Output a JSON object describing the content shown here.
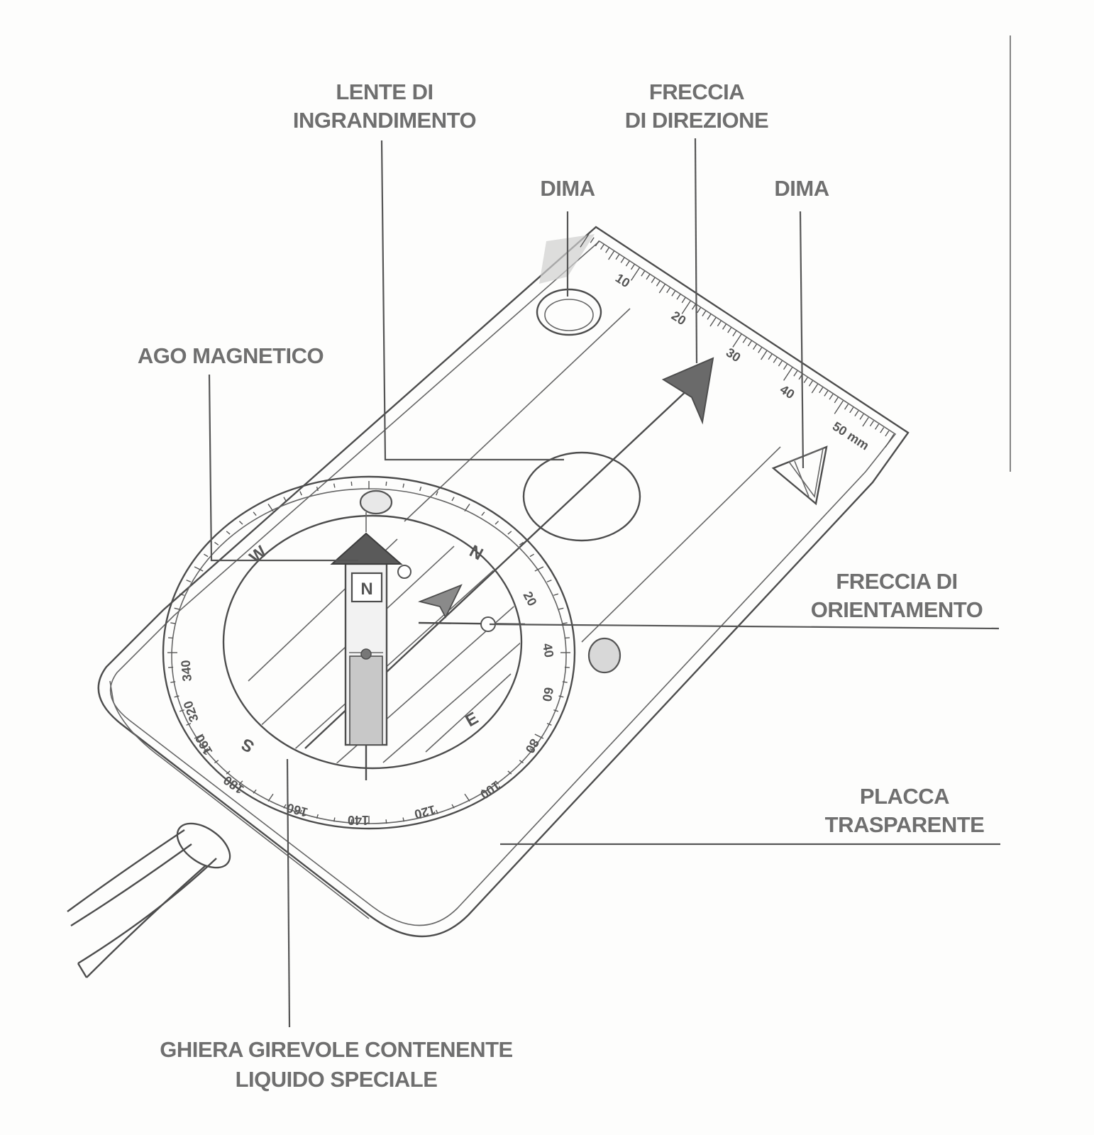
{
  "labels": {
    "lens": [
      "LENTE DI",
      "INGRANDIMENTO"
    ],
    "direction_arrow": [
      "FRECCIA",
      "DI DIREZIONE"
    ],
    "template_1": "DIMA",
    "template_2": "DIMA",
    "needle": "AGO MAGNETICO",
    "orienting_arrow": [
      "FRECCIA DI",
      "ORIENTAMENTO"
    ],
    "baseplate": [
      "PLACCA",
      "TRASPARENTE"
    ],
    "bezel": [
      "GHIERA GIREVOLE CONTENENTE",
      "LIQUIDO SPECIALE"
    ]
  },
  "ruler": {
    "numbers": [
      "10",
      "20",
      "30",
      "40",
      "50 mm"
    ]
  },
  "dial": {
    "cardinals": [
      "N",
      "E",
      "S",
      "W"
    ],
    "needle_letter": "N",
    "degree_numbers": [
      "20",
      "40",
      "60",
      "80",
      "100",
      "120",
      "140",
      "160",
      "180",
      "160",
      "340",
      "320"
    ]
  },
  "colors": {
    "ink": "#4d4d4d",
    "label_text": "#6f6f6f",
    "paper": "#fdfdfc"
  }
}
